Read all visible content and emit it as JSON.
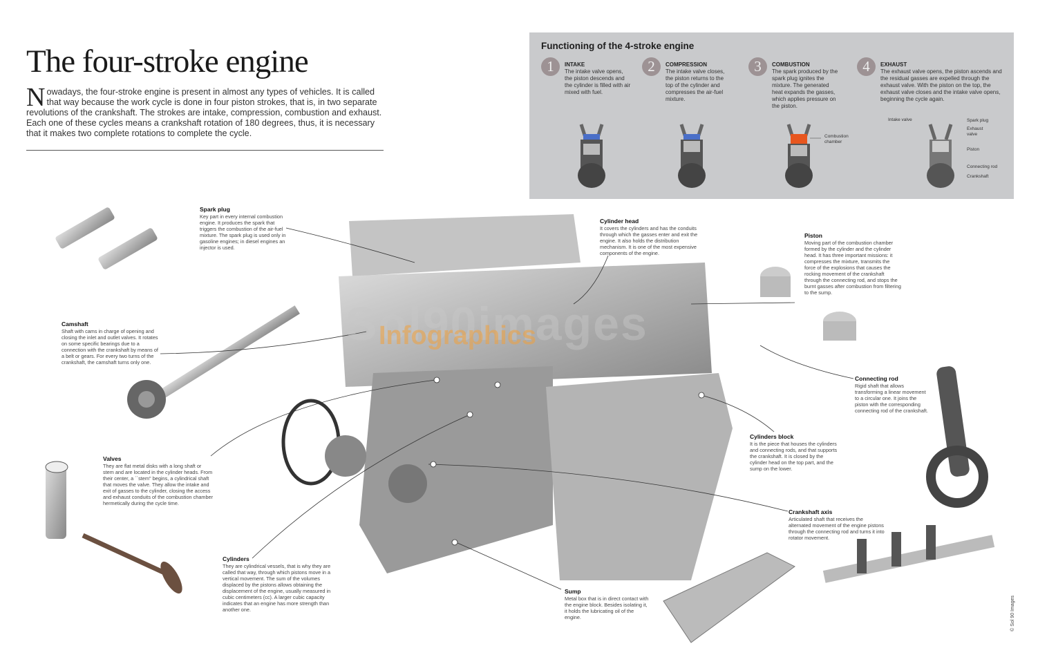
{
  "title": "The four-stroke engine",
  "intro": {
    "dropcap": "N",
    "text": "owadays, the four-stroke engine is present in almost any types of vehicles. It is called that way because the work cycle is done in four piston strokes, that is, in two separate revolutions of the crankshaft. The strokes are intake, compression, combustion and exhaust. Each one of these cycles means a crankshaft rotation of 180 degrees, thus, it is necessary that it makes two complete rotations to complete the cycle."
  },
  "panel": {
    "title": "Functioning of the 4-stroke engine",
    "steps": [
      {
        "num": "1",
        "title": "INTAKE",
        "text": "The intake valve opens, the piston descends and the cylinder is filled with air mixed with fuel."
      },
      {
        "num": "2",
        "title": "COMPRESSION",
        "text": "The intake valve closes, the piston returns to the top of the cylinder and compresses the air-fuel mixture."
      },
      {
        "num": "3",
        "title": "COMBUSTION",
        "text": "The spark produced by the spark plug ignites the mixture. The generated heat expands the gasses, which applies pressure on the piston."
      },
      {
        "num": "4",
        "title": "EXHAUST",
        "text": "The exhaust valve opens, the piston ascends and the residual gasses are expelled through the exhaust valve. With the piston on the top, the exhaust valve closes and the intake valve opens, beginning the cycle again."
      }
    ],
    "labels": {
      "combustion_chamber": "Combustion chamber",
      "intake_valve": "Intake valve",
      "spark_plug": "Spark plug",
      "exhaust_valve": "Exhaust valve",
      "piston": "Piston",
      "connecting_rod": "Connecting rod",
      "crankshaft": "Crankshaft"
    }
  },
  "callouts": {
    "spark_plug": {
      "title": "Spark plug",
      "text": "Key part in every internal combustion engine. It produces the spark that triggers the combustion of the air-fuel mixture. The spark plug is used only in gasoline engines; in diesel engines an injector is used."
    },
    "cylinder_head": {
      "title": "Cylinder head",
      "text": "It covers the cylinders and has the conduits through which the gasses enter and exit the engine. It also holds the distribution mechanism. It is one of the most expensive components of the engine."
    },
    "piston": {
      "title": "Piston",
      "text": "Moving part of the combustion chamber formed by the cylinder and the cylinder head. It has three important missions: it compresses the mixture, transmits the force of the explosions that causes the rocking movement of the crankshaft through the connecting rod, and stops the burnt gasses after combustion from filtering to the sump."
    },
    "camshaft": {
      "title": "Camshaft",
      "text": "Shaft with cams in charge of opening and closing the inlet and outlet valves. It rotates on some specific bearings due to a connection with the crankshaft by means of a belt or gears. For every two turns of the crankshaft, the camshaft turns only one."
    },
    "connecting_rod": {
      "title": "Connecting rod",
      "text": "Rigid shaft that allows transforming a linear movement to a circular one. It joins the piston with the corresponding connecting rod of the crankshaft."
    },
    "cylinders_block": {
      "title": "Cylinders block",
      "text": "It is the piece that houses the cylinders and connecting rods, and that supports the crankshaft. It is closed by the cylinder head on the top part, and the sump on the lower."
    },
    "valves": {
      "title": "Valves",
      "text": "They are flat metal disks with a long shaft or stem and are located in the cylinder heads. From their center, a ``stem'' begins, a cylindrical shaft that moves the valve. They allow the intake and exit of gasses to the cylinder, closing the access and exhaust conduits of the combustion chamber hermetically during the cycle time."
    },
    "crankshaft_axis": {
      "title": "Crankshaft axis",
      "text": "Articulated shaft that receives the alternated movement of the engine pistons through the connecting rod and turns it into rotator movement."
    },
    "cylinders": {
      "title": "Cylinders",
      "text": "They are cylindrical vessels, that is why they are called that way, through which pistons move in a vertical movement. The sum of the volumes displaced by the pistons allows obtaining the displacement of the engine, usually measured in cubic centimeters (cc). A larger cubic capacity indicates that an engine has more strength than another one."
    },
    "sump": {
      "title": "Sump",
      "text": "Metal box that is in direct contact with the engine block. Besides isolating it, it holds the lubricating oil of the engine."
    }
  },
  "watermark": {
    "brand": "Sol90images",
    "sub": "Infographics"
  },
  "copyright": "© Sol 90 Images"
}
